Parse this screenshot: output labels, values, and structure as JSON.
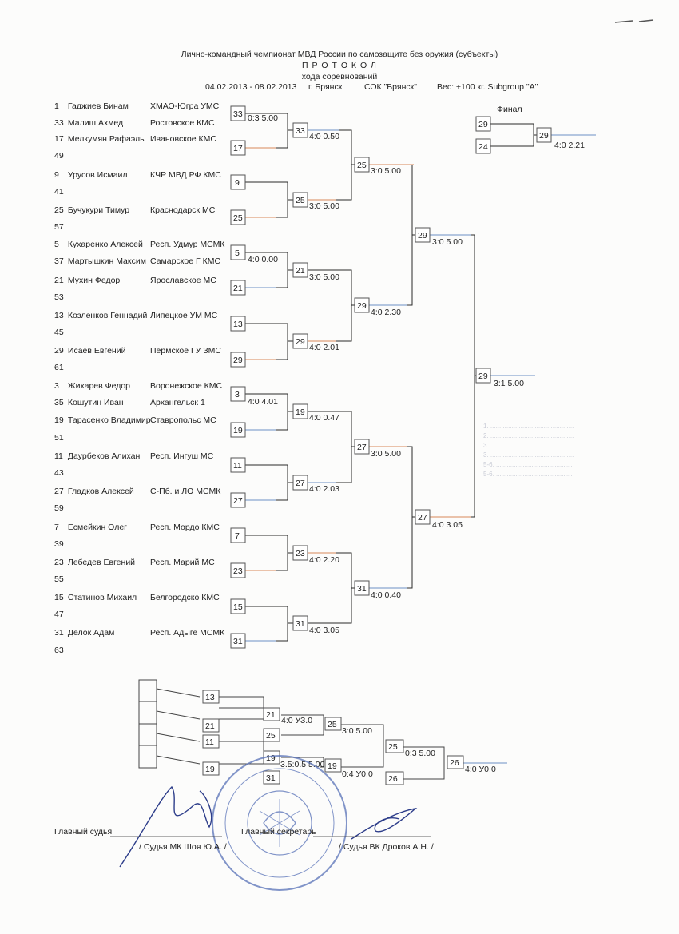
{
  "header": {
    "title": "Лично-командный чемпионат МВД России по самозащите без оружия (субъекты)",
    "protocol": "П Р О Т О К О Л",
    "subtitle": "хода соревнований",
    "dates": "04.02.2013 - 08.02.2013",
    "city": "г. Брянск",
    "venue": "СОК \"Брянск\"",
    "weight": "Вес: +100 кг. Subgroup \"A\""
  },
  "final_label": "Финал",
  "participants": [
    {
      "seed": "1",
      "name": "Гаджиев Бинам",
      "org": "ХМАО-Югра УМС"
    },
    {
      "seed": "33",
      "name": "Малиш Ахмед",
      "org": "Ростовское  КМС"
    },
    {
      "seed": "17",
      "name": "Мелкумян Рафаэль",
      "org": "Ивановское  КМС"
    },
    {
      "seed": "9",
      "name": "Урусов Исмаил",
      "org": "КЧР МВД РФ КМС"
    },
    {
      "seed": "25",
      "name": "Бучукури Тимур",
      "org": "Краснодарск МС"
    },
    {
      "seed": "5",
      "name": "Кухаренко Алексей",
      "org": "Респ. Удмур  МСМК"
    },
    {
      "seed": "37",
      "name": "Мартышкин Максим",
      "org": "Самарское Г  КМС"
    },
    {
      "seed": "21",
      "name": "Мухин Федор",
      "org": "Ярославское МС"
    },
    {
      "seed": "13",
      "name": "Козленков Геннадий",
      "org": "Липецкое УМ МС"
    },
    {
      "seed": "29",
      "name": "Исаев Евгений",
      "org": "Пермское ГУ ЗМС"
    },
    {
      "seed": "3",
      "name": "Жихарев Федор",
      "org": "Воронежское КМС"
    },
    {
      "seed": "35",
      "name": "Кошутин Иван",
      "org": "Архангельск  1"
    },
    {
      "seed": "19",
      "name": "Тарасенко Владимир",
      "org": "Ставропольс МС"
    },
    {
      "seed": "11",
      "name": "Даурбеков Алихан",
      "org": "Респ. Ингуш  МС"
    },
    {
      "seed": "27",
      "name": "Гладков Алексей",
      "org": "С-Пб. и ЛО    МСМК"
    },
    {
      "seed": "7",
      "name": "Есмейкин Олег",
      "org": "Респ. Мордо  КМС"
    },
    {
      "seed": "23",
      "name": "Лебедев Евгений",
      "org": "Респ. Марий  МС"
    },
    {
      "seed": "15",
      "name": "Статинов Михаил",
      "org": "Белгородско  КМС"
    },
    {
      "seed": "31",
      "name": "Делок Адам",
      "org": "Респ. Адыге  МСМК"
    }
  ],
  "unseeded": [
    "49",
    "41",
    "57",
    "53",
    "45",
    "61",
    "51",
    "43",
    "59",
    "39",
    "55",
    "47",
    "63"
  ],
  "bracket": {
    "r1": [
      {
        "num": "33",
        "score": "0:3 5.00"
      },
      {
        "num": "17",
        "score": ""
      },
      {
        "num": "9",
        "score": ""
      },
      {
        "num": "25",
        "score": ""
      },
      {
        "num": "5",
        "score": "4:0 0.00"
      },
      {
        "num": "21",
        "score": ""
      },
      {
        "num": "13",
        "score": ""
      },
      {
        "num": "29",
        "score": ""
      },
      {
        "num": "3",
        "score": "4:0 4.01"
      },
      {
        "num": "19",
        "score": ""
      },
      {
        "num": "11",
        "score": ""
      },
      {
        "num": "27",
        "score": ""
      },
      {
        "num": "7",
        "score": ""
      },
      {
        "num": "23",
        "score": ""
      },
      {
        "num": "15",
        "score": ""
      },
      {
        "num": "31",
        "score": ""
      }
    ],
    "r2": [
      {
        "num": "33",
        "score": "4:0 0.50"
      },
      {
        "num": "25",
        "score": "3:0 5.00"
      },
      {
        "num": "21",
        "score": "3:0 5.00"
      },
      {
        "num": "29",
        "score": "4:0 2.01"
      },
      {
        "num": "19",
        "score": "4:0 0.47"
      },
      {
        "num": "27",
        "score": "4:0 2.03"
      },
      {
        "num": "23",
        "score": "4:0 2.20"
      },
      {
        "num": "31",
        "score": "4:0 3.05"
      }
    ],
    "r3": [
      {
        "num": "25",
        "score": "3:0 5.00"
      },
      {
        "num": "29",
        "score": "4:0 2.30"
      },
      {
        "num": "27",
        "score": "3:0 5.00"
      },
      {
        "num": "31",
        "score": "4:0 0.40"
      }
    ],
    "r4": [
      {
        "num": "29",
        "score": "3:0 5.00"
      },
      {
        "num": "27",
        "score": "4:0 3.05"
      }
    ],
    "r5": {
      "num": "29",
      "score": "3:1 5.00"
    },
    "final": {
      "a": "29",
      "b": "24",
      "winner": "29",
      "score": "4:0 2.21"
    }
  },
  "repechage": {
    "c1": [
      "13",
      "21",
      "11",
      "19"
    ],
    "c2": [
      {
        "num": "21",
        "score": "4:0 УЗ.0"
      },
      {
        "num": "25",
        "score": ""
      },
      {
        "num": "19",
        "score": "3.5:0.5 5.00"
      },
      {
        "num": "31",
        "score": ""
      }
    ],
    "c3": [
      {
        "num": "25",
        "score": "3:0 5.00"
      },
      {
        "num": "19",
        "score": "0:4 У0.0"
      }
    ],
    "c4": [
      {
        "num": "25",
        "score": "0:3 5.00"
      },
      {
        "num": "26",
        "score": ""
      }
    ],
    "c5": {
      "num": "26",
      "score": "4:0 У0.0"
    }
  },
  "signatures": {
    "chief_judge_label": "Главный судья",
    "chief_judge_name": "/ Судья МК Шоя Ю.А. /",
    "chief_secretary_label": "Главный секретарь",
    "chief_secretary_name": "/ Судья ВК Дроков А.Н. /"
  },
  "colors": {
    "ink": "#222222",
    "line": "#2a2a2a",
    "orange_tick": "#d9895a",
    "blue_tick": "#6c8fc4",
    "stamp": "#5872b8"
  }
}
